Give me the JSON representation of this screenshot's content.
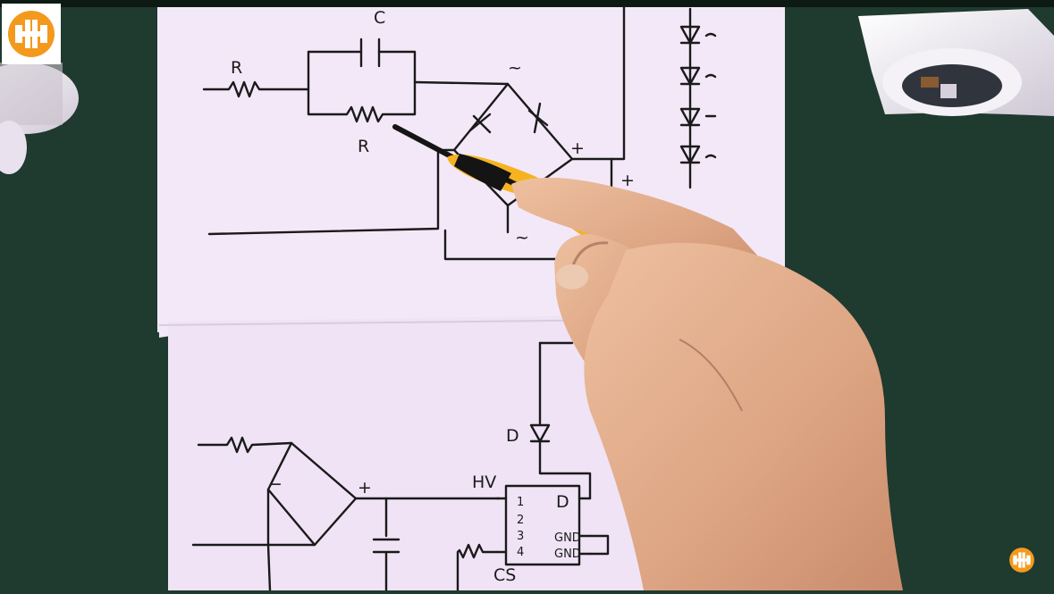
{
  "schematic_labels": {
    "capacitor_top": "C",
    "resistor_in": "R",
    "resistor_parallel": "R",
    "bridge_ac_top": "~",
    "bridge_ac_bottom": "~",
    "bridge_plus": "+",
    "output_plus": "+",
    "bridge2_minus": "−",
    "bridge2_plus": "+",
    "diode_d": "D",
    "ic_hv": "HV",
    "ic_pin1": "1",
    "ic_pin2": "2",
    "ic_pin3": "3",
    "ic_pin4": "4",
    "ic_d": "D",
    "ic_gnd1": "GND",
    "ic_gnd2": "GND",
    "ic_cs": "CS"
  },
  "colors": {
    "background_mat": "#1f3a2e",
    "paper": "#f3e8f8",
    "ink": "#1a1a1a",
    "logo_orange": "#f39a1e",
    "pen_yellow": "#f5b320",
    "skin": "#e7b08c"
  },
  "icons": [
    "channel-logo-icon",
    "watermark-logo-icon"
  ]
}
